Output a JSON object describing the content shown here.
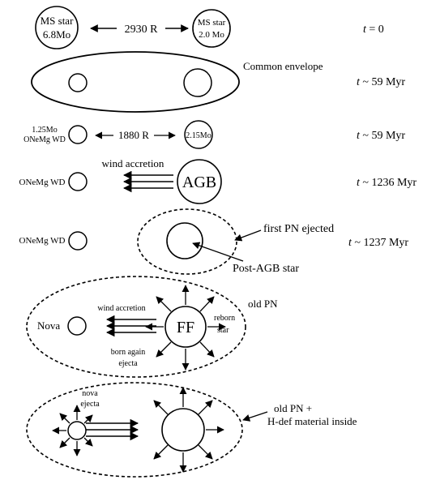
{
  "stage1": {
    "star_left": [
      "MS star",
      "6.8Mo"
    ],
    "separation": "2930 R",
    "star_right": [
      "MS star",
      "2.0 Mo"
    ],
    "time_var": "t",
    "time_val": " = 0"
  },
  "stage2": {
    "label": "Common envelope",
    "time_var": "t",
    "time_val": " ~ 59 Myr"
  },
  "stage3": {
    "wd_label": [
      "1.25Mo",
      "ONeMg WD"
    ],
    "separation": "1880 R",
    "star_right": "2.15Mo",
    "time_var": "t",
    "time_val": " ~ 59 Myr"
  },
  "stage4": {
    "wd_label": "ONeMg WD",
    "wind_label": "wind accretion",
    "agb_label": "AGB",
    "time_var": "t",
    "time_val": " ~ 1236 Myr"
  },
  "stage5": {
    "wd_label": "ONeMg WD",
    "pn_label": "first PN ejected",
    "post_agb_label": "Post-AGB star",
    "time_var": "t",
    "time_val": " ~ 1237 Myr"
  },
  "stage6": {
    "old_pn_label": "old PN",
    "nova_label": "Nova",
    "wind_label": "wind accretion",
    "ff_label": "FF",
    "reborn_label": [
      "reborn",
      "star"
    ],
    "born_again_label": [
      "born again",
      "ejecta"
    ]
  },
  "stage7": {
    "nova_ejecta_label": [
      "nova",
      "ejecta"
    ],
    "old_pn_label": [
      "old PN +",
      "H-def material inside"
    ]
  }
}
